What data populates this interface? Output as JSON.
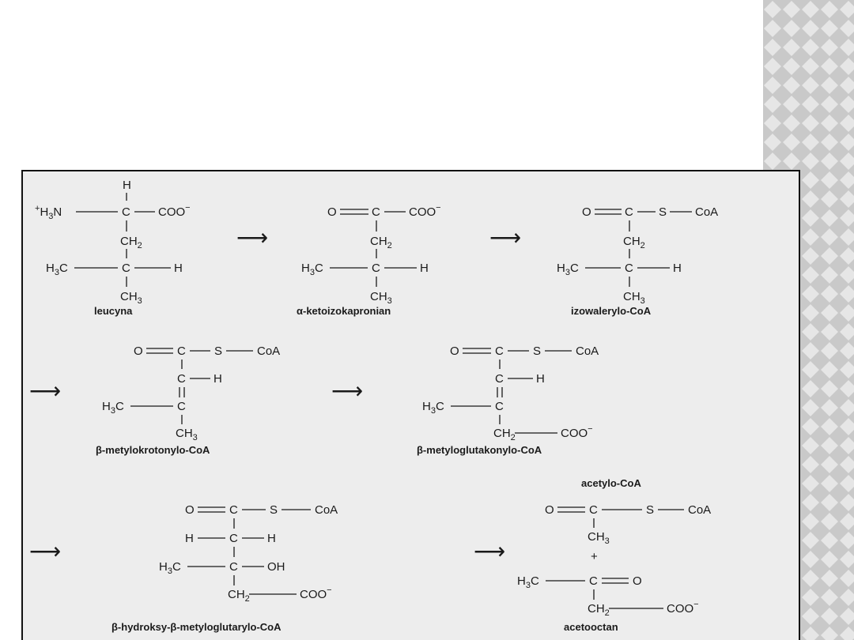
{
  "colors": {
    "background": "#ffffff",
    "figure_bg": "#ededed",
    "figure_border": "#111111",
    "ink": "#1a1a1a",
    "strip_bg": "#c9c9c9",
    "strip_tile": "#e6e6e6"
  },
  "pathway": {
    "compounds": [
      {
        "id": "leucine",
        "name": "leucyna"
      },
      {
        "id": "keto",
        "name": "α-ketoizokapronian"
      },
      {
        "id": "isovaleryl",
        "name": "izowalerylo-CoA"
      },
      {
        "id": "methylcrotonyl",
        "name": "β-metylokrotonylo-CoA"
      },
      {
        "id": "methylglutaconyl",
        "name": "β-metyloglutakonylo-CoA"
      },
      {
        "id": "hmg",
        "name": "β-hydroksy-β-metyloglutarylo-CoA"
      },
      {
        "id": "acetylcoa",
        "name": "acetylo-CoA"
      },
      {
        "id": "acetoacetate",
        "name": "acetooctan"
      }
    ],
    "arrow_symbol": "⟶"
  }
}
